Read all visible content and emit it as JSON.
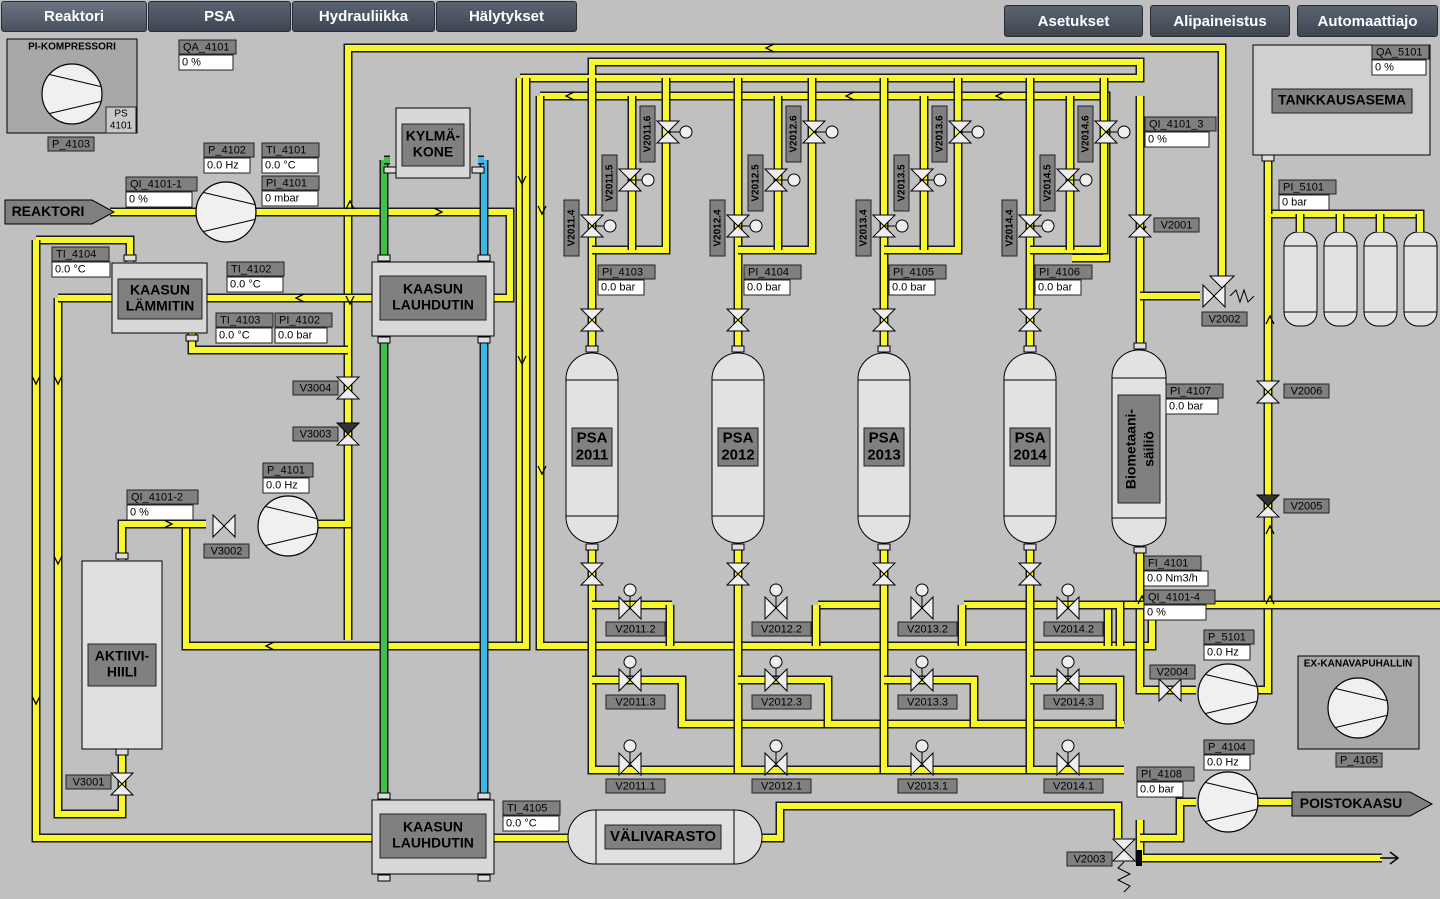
{
  "nav": {
    "left": [
      "Reaktori",
      "PSA",
      "Hydrauliikka",
      "Hälytykset"
    ],
    "right": [
      "Asetukset",
      "Alipaineistus",
      "Automaattiajo"
    ]
  },
  "colors": {
    "background": "#c0c0c0",
    "gas_pipe": "#f7f731",
    "cold_pipe": "#3cb8e8",
    "warm_pipe": "#40c04a",
    "vessel": "#e2e2e2",
    "label_bg": "#808080"
  },
  "equipment": {
    "compressor_title": "PI-KOMPRESSORI",
    "compressor_ps": "PS 4101",
    "compressor_tag": "P_4103",
    "reactor": "REAKTORI",
    "cooler": "KYLMÄ-KONE",
    "condenser_upper": "KAASUN LAUHDUTIN",
    "condenser_lower": "KAASUN LAUHDUTIN",
    "heater": "KAASUN LÄMMITIN",
    "carbon": "AKTIIVI-HIILI",
    "buffer": "VÄLIVARASTO",
    "tank_station": "TANKKAUSASEMA",
    "biomethane": "Biometaani-säiliö",
    "exhaust": "POISTOKAASU",
    "fan_title": "EX-KANAVAPUHALLIN",
    "fan_tag": "P_4105",
    "psa": [
      "PSA 2011",
      "PSA 2012",
      "PSA 2013",
      "PSA 2014"
    ]
  },
  "instruments": [
    {
      "tag": "QA_4101",
      "value": "0 %"
    },
    {
      "tag": "QA_5101",
      "value": "0 %"
    },
    {
      "tag": "P_4102",
      "value": "0.0 Hz"
    },
    {
      "tag": "TI_4101",
      "value": "0.0 °C"
    },
    {
      "tag": "PI_4101",
      "value": "0 mbar"
    },
    {
      "tag": "QI_4101-1",
      "value": "0 %"
    },
    {
      "tag": "TI_4104",
      "value": "0.0 °C"
    },
    {
      "tag": "TI_4102",
      "value": "0.0 °C"
    },
    {
      "tag": "TI_4103",
      "value": "0.0 °C"
    },
    {
      "tag": "PI_4102",
      "value": "0.0 bar"
    },
    {
      "tag": "P_4101",
      "value": "0.0 Hz"
    },
    {
      "tag": "QI_4101-2",
      "value": "0 %"
    },
    {
      "tag": "PI_4103",
      "value": "0.0 bar"
    },
    {
      "tag": "PI_4104",
      "value": "0.0 bar"
    },
    {
      "tag": "PI_4105",
      "value": "0.0 bar"
    },
    {
      "tag": "PI_4106",
      "value": "0.0 bar"
    },
    {
      "tag": "QI_4101_3",
      "value": "0 %"
    },
    {
      "tag": "PI_5101",
      "value": "0 bar"
    },
    {
      "tag": "PI_4107",
      "value": "0.0 bar"
    },
    {
      "tag": "FI_4101",
      "value": "0.0 Nm3/h"
    },
    {
      "tag": "QI_4101-4",
      "value": "0 %"
    },
    {
      "tag": "P_5101",
      "value": "0.0 Hz"
    },
    {
      "tag": "P_4104",
      "value": "0.0 Hz"
    },
    {
      "tag": "PI_4108",
      "value": "0.0 bar"
    },
    {
      "tag": "TI_4105",
      "value": "0.0 °C"
    }
  ],
  "valve_labels": [
    "V3004",
    "V3003",
    "V3002",
    "V3001",
    "V2001",
    "V2002",
    "V2006",
    "V2005",
    "V2004",
    "V2003",
    "V2011.2",
    "V2011.3",
    "V2011.1",
    "V2012.2",
    "V2012.3",
    "V2012.1",
    "V2013.2",
    "V2013.3",
    "V2013.1",
    "V2014.2",
    "V2014.3",
    "V2014.1"
  ],
  "vertical_valve_labels": [
    "V2011.4",
    "V2011.5",
    "V2011.6",
    "V2012.4",
    "V2012.5",
    "V2012.6",
    "V2013.4",
    "V2013.5",
    "V2013.6",
    "V2014.4",
    "V2014.5",
    "V2014.6"
  ]
}
